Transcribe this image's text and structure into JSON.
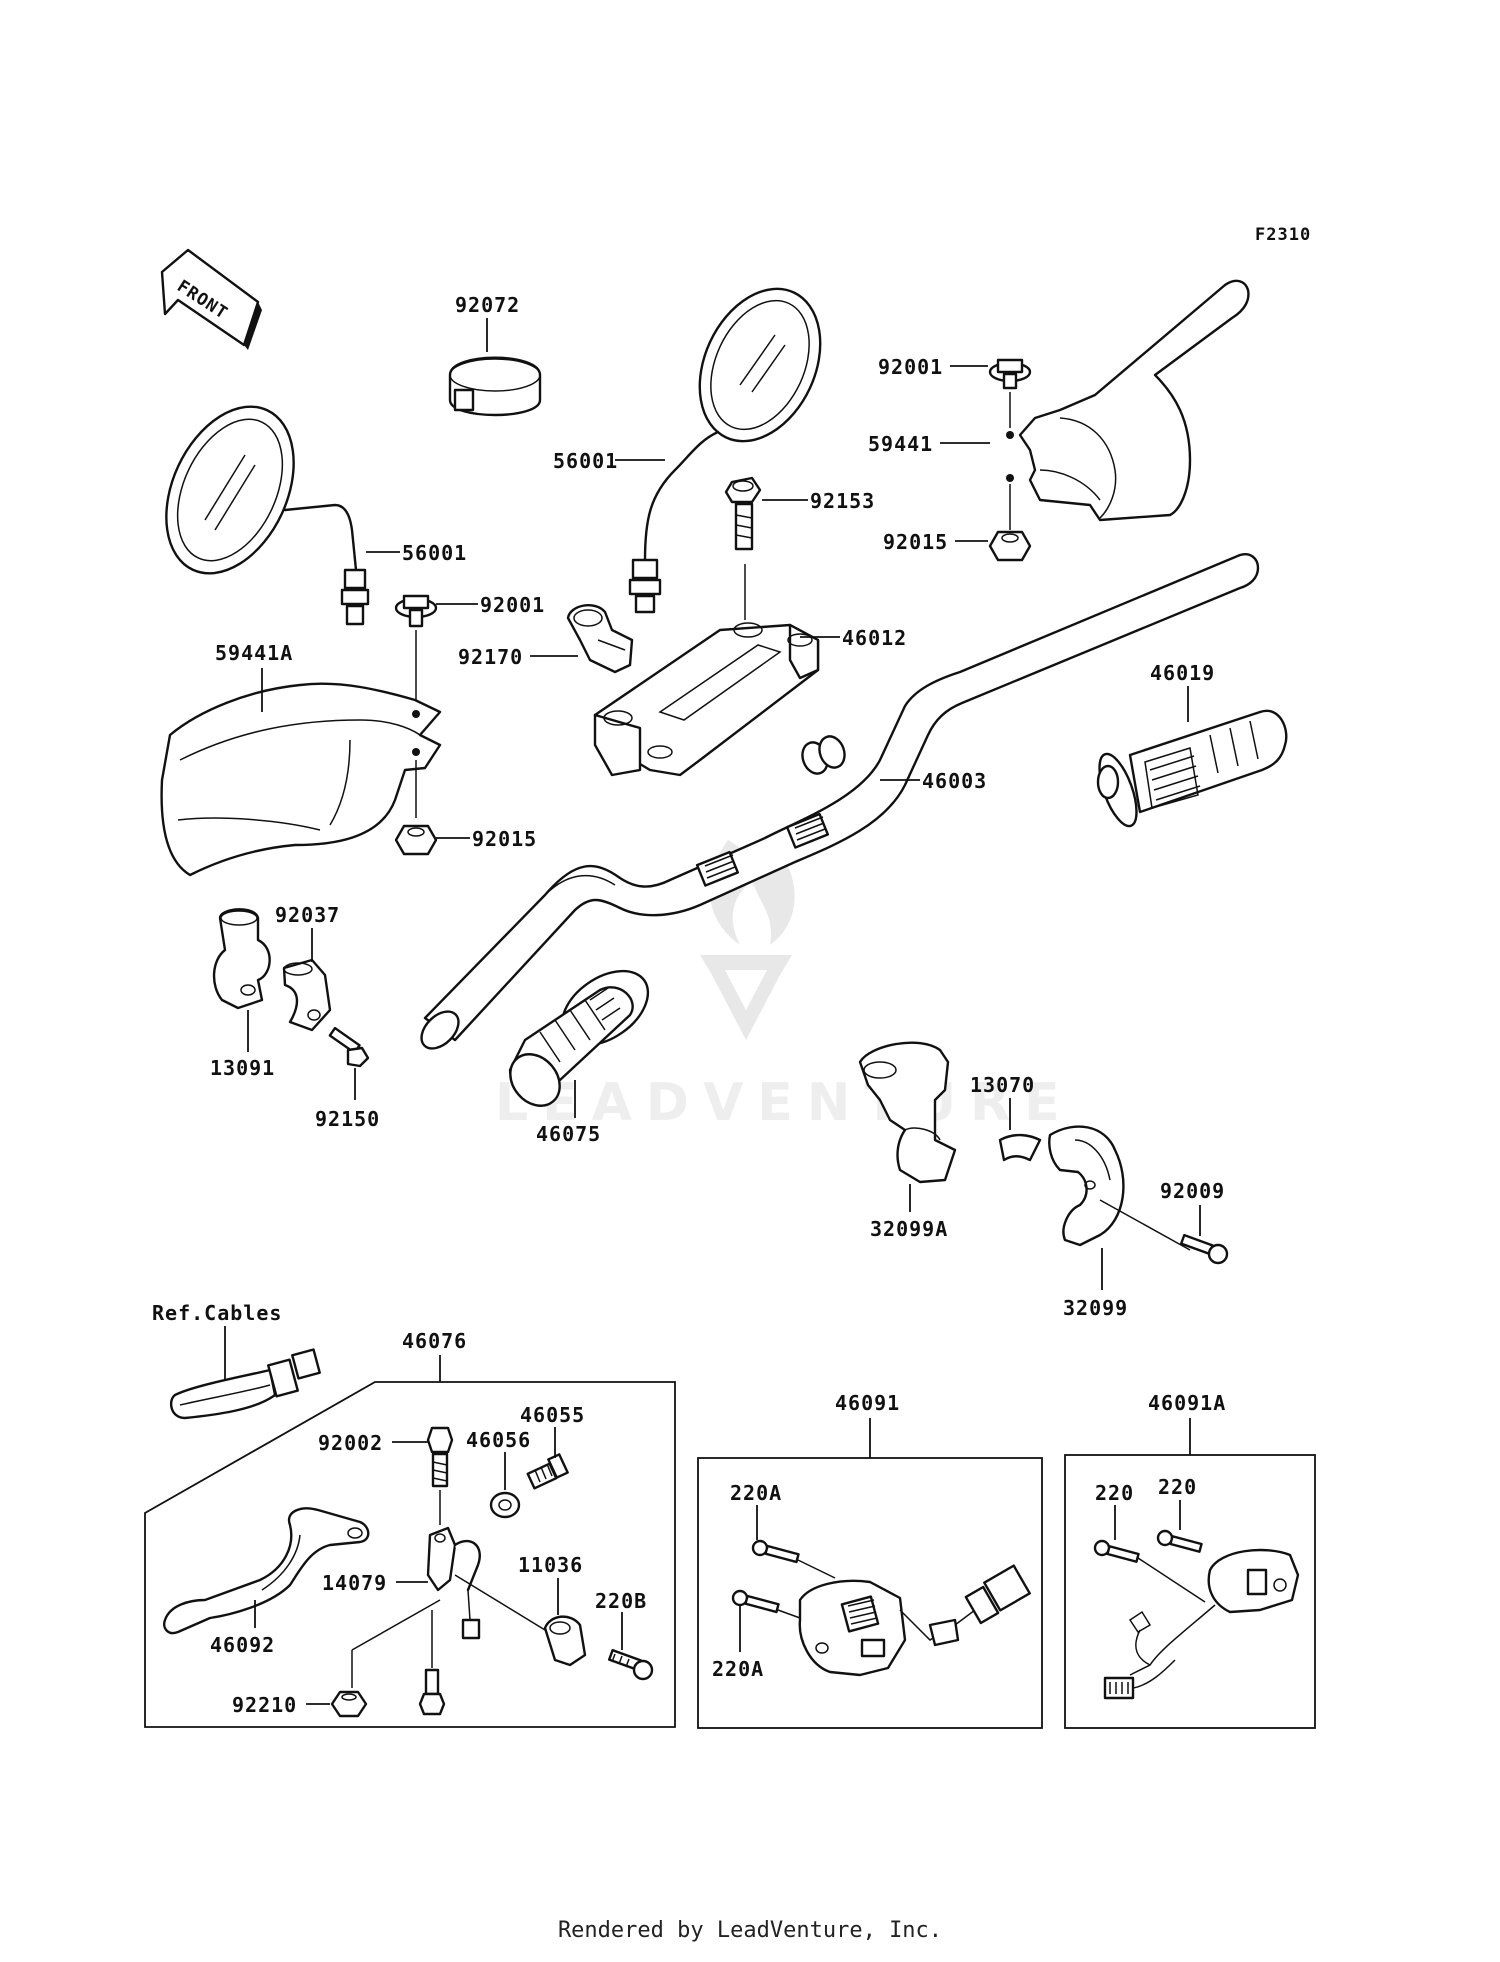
{
  "figure_code": "F2310",
  "direction_label": "FRONT",
  "reference_label": "Ref.Cables",
  "watermark_text": "LEADVENTURE",
  "footer": "Rendered by LeadVenture, Inc.",
  "part_labels": {
    "mirror_left": "56001",
    "mirror_right": "56001",
    "clamp_92072": "92072",
    "bolt_92001_left": "92001",
    "bolt_92001_right": "92001",
    "handguard_left": "59441A",
    "handguard_right": "59441",
    "nut_92015_left": "92015",
    "nut_92015_right": "92015",
    "clamp_92170": "92170",
    "bolt_92153": "92153",
    "holder_46012": "46012",
    "handlebar_46003": "46003",
    "grip_46019": "46019",
    "grip_46075": "46075",
    "clamp_92037": "92037",
    "holder_13091": "13091",
    "bolt_92150": "92150",
    "housing_32099A": "32099A",
    "guide_13070": "13070",
    "screw_92009": "92009",
    "housing_32099": "32099",
    "lever_assy_46076": "46076",
    "bolt_92002": "92002",
    "adjuster_46056": "46056",
    "adjuster_46055": "46055",
    "bracket_14079": "14079",
    "switch_11036": "11036",
    "screw_220B": "220B",
    "lever_46092": "46092",
    "nut_92210": "92210",
    "switch_46091": "46091",
    "screw_220A_top": "220A",
    "screw_220A_bottom": "220A",
    "switch_46091A": "46091A",
    "screw_220_left": "220",
    "screw_220_right": "220"
  }
}
